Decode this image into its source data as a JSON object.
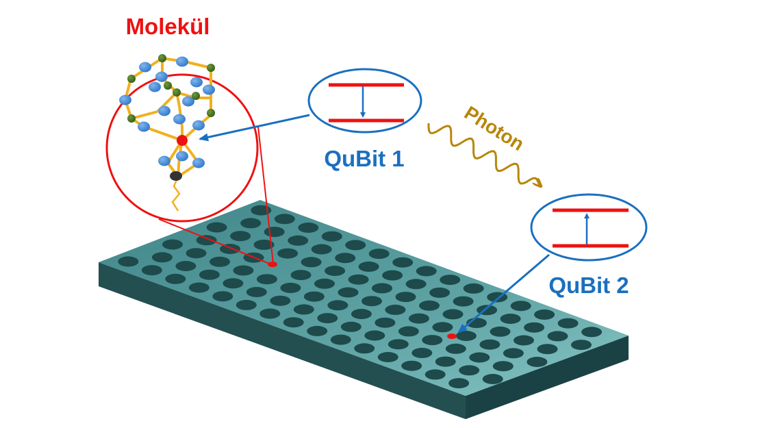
{
  "labels": {
    "molecule": "Molekül",
    "qubit1": "QuBit 1",
    "qubit2": "QuBit 2",
    "photon": "Photon"
  },
  "colors": {
    "red": "#ee1111",
    "blue": "#1a6fc0",
    "gold": "#b8860b",
    "slab_top": "#5e9ea0",
    "slab_side": "#1f4d4f",
    "hole": "#1e4a4c",
    "bond": "#f2b01e",
    "atom_blue": "#3d87d6",
    "atom_green": "#3e6b1f",
    "atom_dark": "#333333"
  },
  "qubit1": {
    "transition": "down"
  },
  "qubit2": {
    "transition": "up"
  }
}
